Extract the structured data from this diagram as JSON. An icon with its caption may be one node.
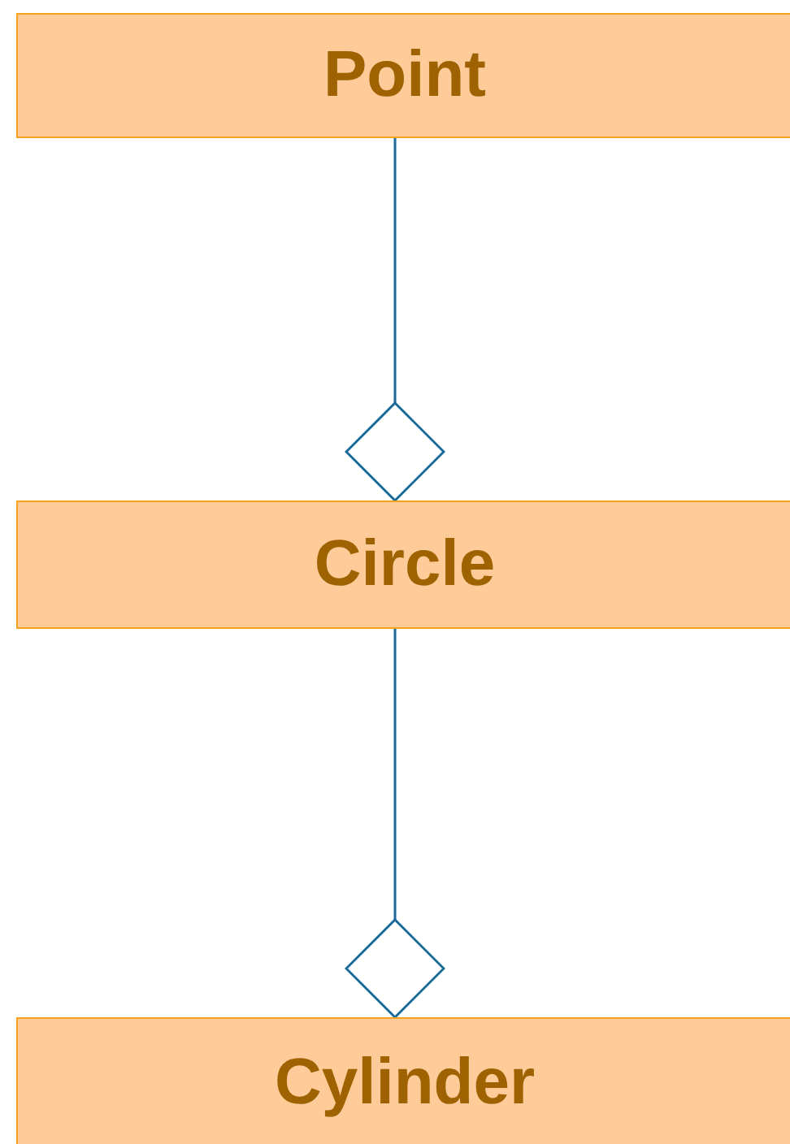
{
  "diagram": {
    "nodes": [
      {
        "text": [
          "Point"
        ]
      },
      {
        "text": [
          "Circle"
        ]
      },
      {
        "text": [
          "Cylinder"
        ]
      }
    ],
    "edges": [
      {
        "from": 0,
        "to": 1,
        "arrow": "other"
      },
      {
        "from": 1,
        "to": 2,
        "arrow": "other"
      }
    ]
  }
}
